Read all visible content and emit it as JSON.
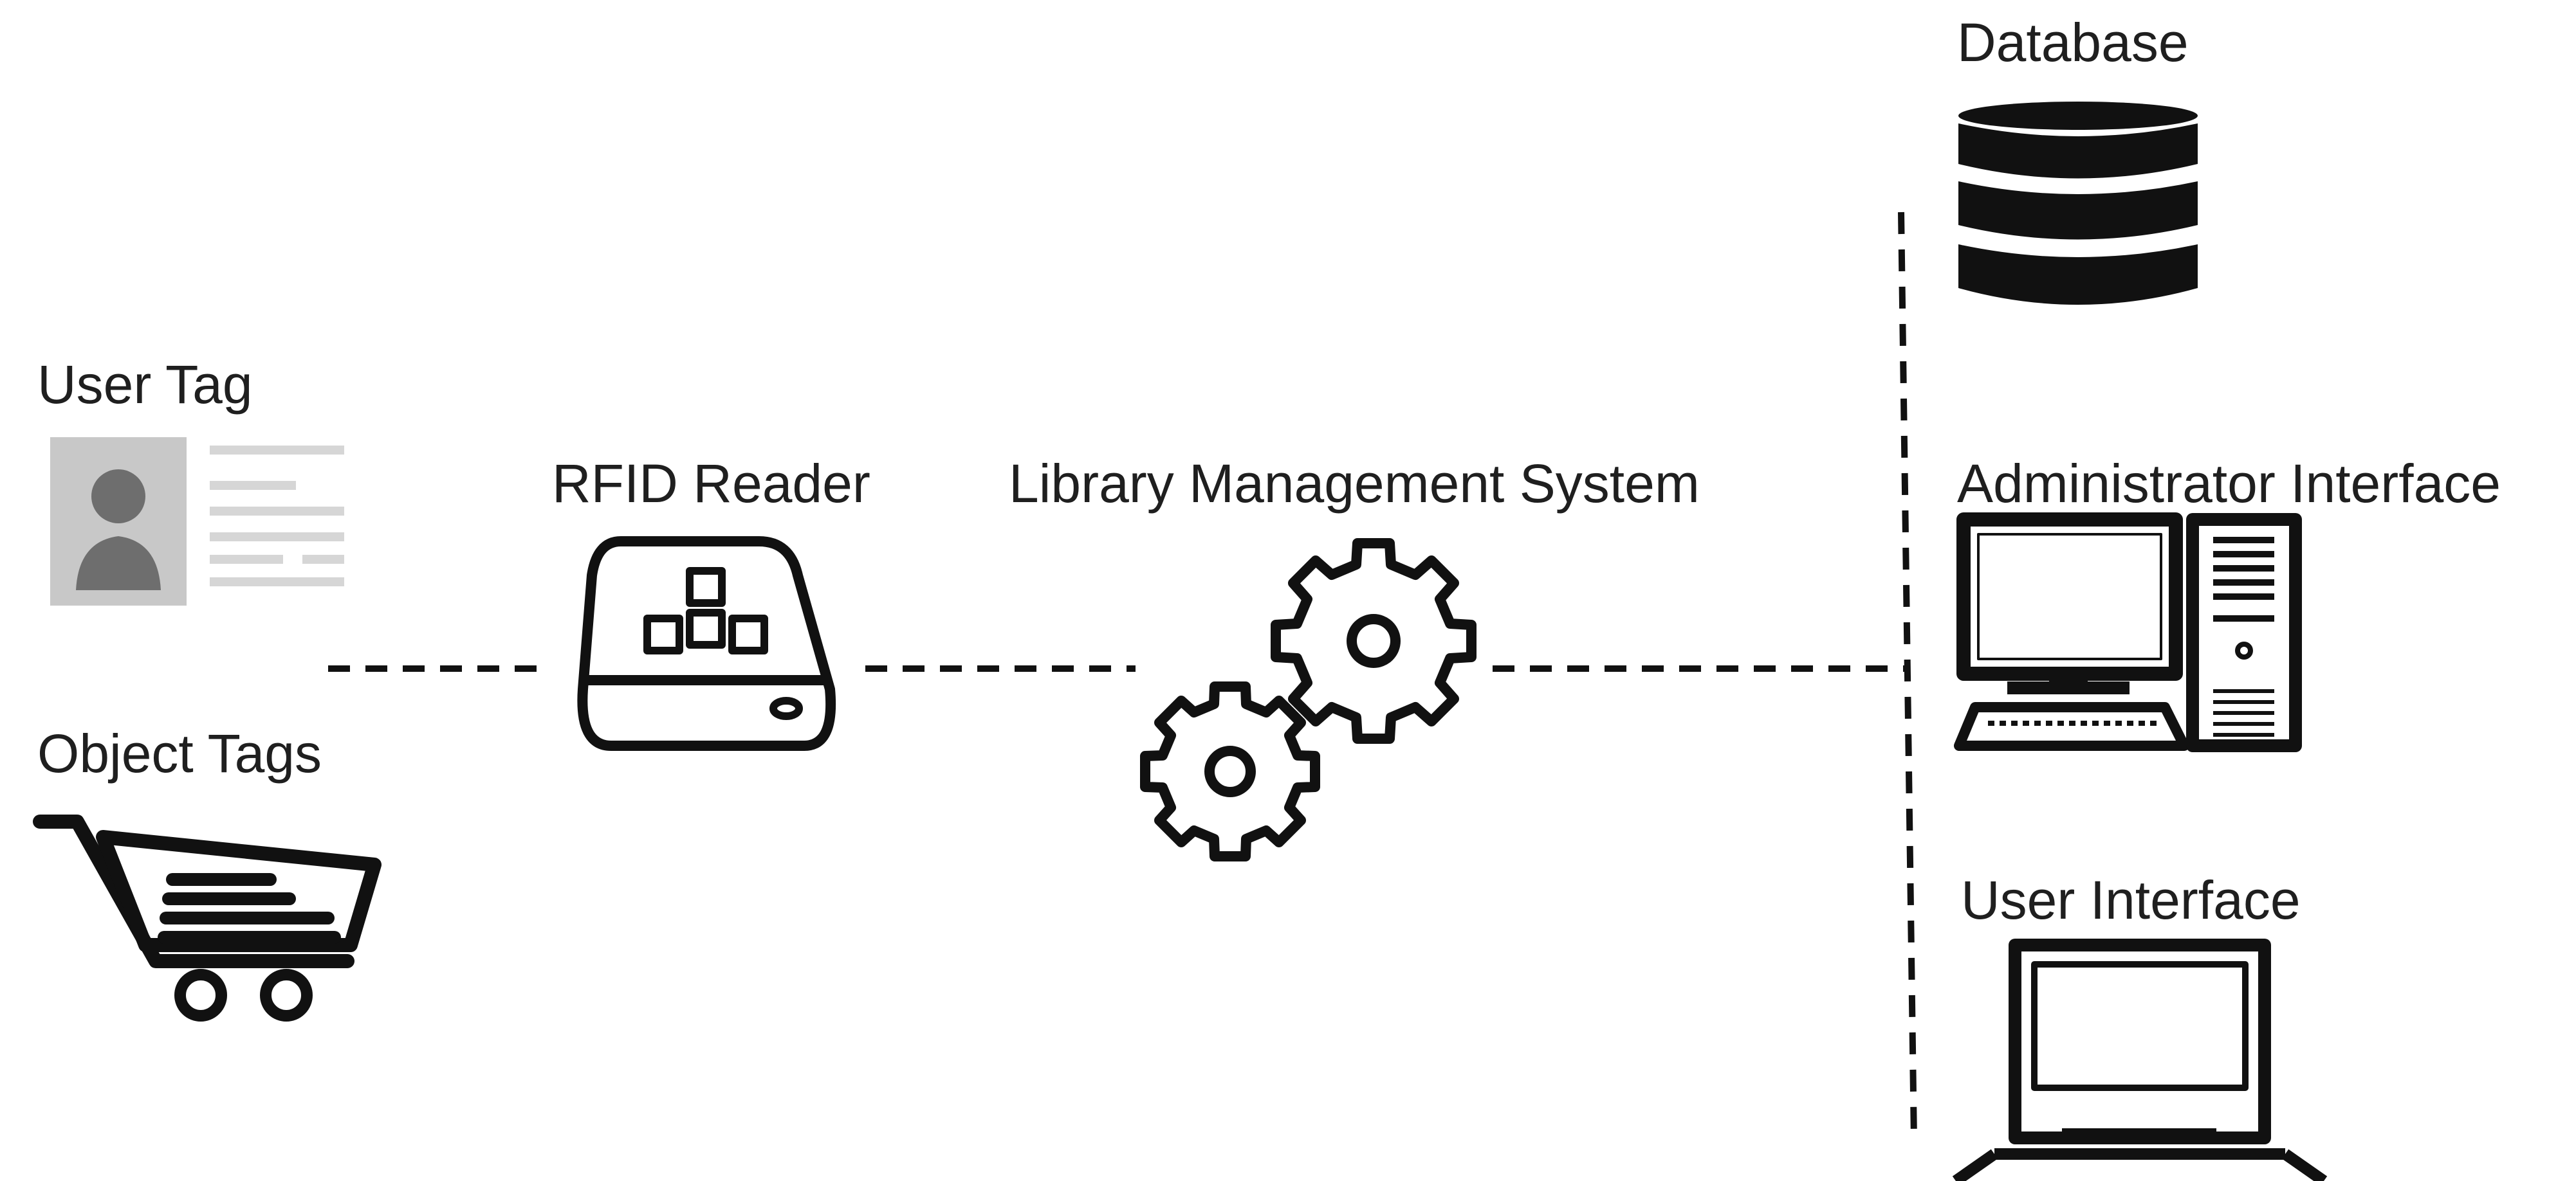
{
  "labels": {
    "database": "Database",
    "user_tag": "User Tag",
    "rfid_reader": "RFID Reader",
    "lms": "Library Management System",
    "admin_interface": "Administrator Interface",
    "object_tags": "Object Tags",
    "user_interface": "User Interface"
  },
  "icons": {
    "user_tag": "id-card-icon",
    "object_tags": "shopping-cart-icon",
    "rfid_reader": "rfid-reader-icon",
    "lms": "gears-icon",
    "database": "database-icon",
    "admin_interface": "desktop-computer-icon",
    "user_interface": "laptop-icon"
  },
  "colors": {
    "stroke": "#111111",
    "card_gray": "#c8c8c8",
    "card_lines": "#d6d6d6",
    "avatar": "#6e6e6e"
  }
}
